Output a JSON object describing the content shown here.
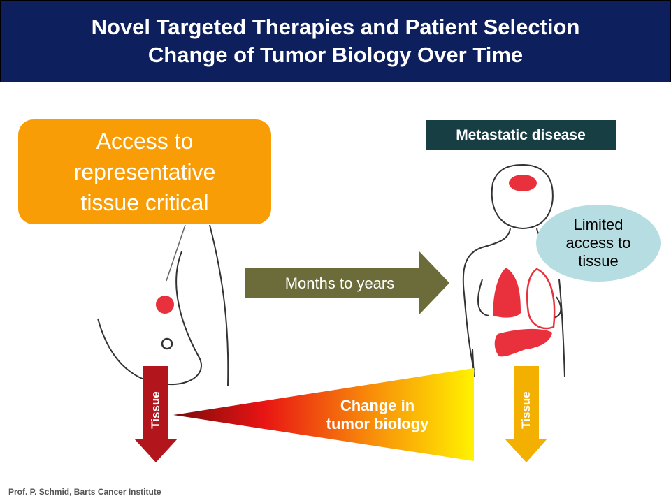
{
  "header": {
    "line1": "Novel Targeted Therapies and Patient Selection",
    "line2": "Change of Tumor Biology Over Time"
  },
  "callout": {
    "line1": "Access to",
    "line2": "representative",
    "line3": "tissue critical"
  },
  "metastatic_label": "Metastatic disease",
  "limited_access": {
    "line1": "Limited",
    "line2": "access to",
    "line3": "tissue"
  },
  "arrow_label": "Months to years",
  "change": {
    "line1": "Change in",
    "line2": "tumor biology"
  },
  "tissue_left": "Tissue",
  "tissue_right": "Tissue",
  "footer": "Prof. P. Schmid, Barts Cancer Institute",
  "colors": {
    "header_bg": "#0d1f5c",
    "callout_orange": "#f99d07",
    "meta_label_bg": "#173f43",
    "limited_bubble": "#b6dde2",
    "arrow_olive": "#6b6c3a",
    "tumor_red": "#e8313c",
    "tissue_dark_red": "#b3151c",
    "tissue_yellow": "#f4b000"
  }
}
